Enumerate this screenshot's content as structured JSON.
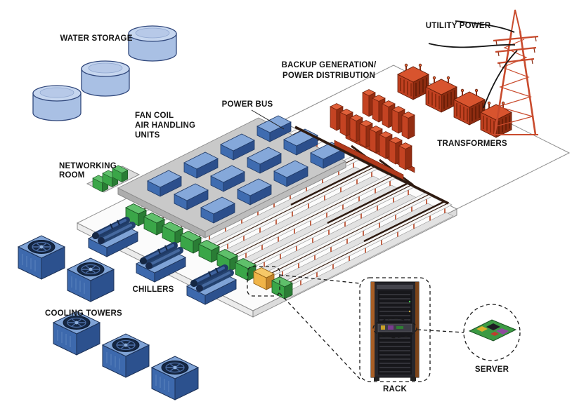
{
  "diagram": {
    "type": "isometric-infrastructure-diagram",
    "subject": "Data center power and cooling infrastructure",
    "labels": {
      "water_storage": "WATER STORAGE",
      "utility_power": "UTILITY POWER",
      "backup_generation_line1": "BACKUP GENERATION/",
      "backup_generation_line2": "POWER DISTRIBUTION",
      "power_bus": "POWER BUS",
      "fan_coil_line1": "FAN COIL",
      "fan_coil_line2": "AIR HANDLING",
      "fan_coil_line3": "UNITS",
      "networking_line1": "NETWORKING",
      "networking_line2": "ROOM",
      "transformers": "TRANSFORMERS",
      "chillers": "CHILLERS",
      "cooling_towers": "COOLING TOWERS",
      "rack": "RACK",
      "server": "SERVER"
    },
    "icons": {
      "water-tank": "cylinder",
      "transmission-tower": "red-lattice-tower",
      "power-line": "black-curved-wires",
      "transformer": "red-finned-box",
      "power-distribution-unit": "red-panel",
      "power-bus": "dark-brown-overhead-lines",
      "ahu-unit": "blue-box-on-gray-roof",
      "server-rack-row": "white-shelf-row-with-red-posts",
      "green-rack": "green-box",
      "highlighted-rack": "yellow-box",
      "chiller": "blue-machine-with-cylinders",
      "cooling-tower": "blue-box-with-fan",
      "rack-cabinet": "dark-cabinet",
      "server-board": "green-pcb"
    },
    "colors": {
      "background": "#ffffff",
      "label_text": "#141414",
      "water_tank_blue": "#b9cbe8",
      "equipment_blue": "#3d69ad",
      "power_red": "#c44322",
      "rack_green": "#3aa648",
      "highlight_yellow": "#f0b448",
      "roof_gray": "#c9c9c9",
      "bus_brown": "#2e1a10",
      "pcb_green": "#3c9a43"
    }
  }
}
